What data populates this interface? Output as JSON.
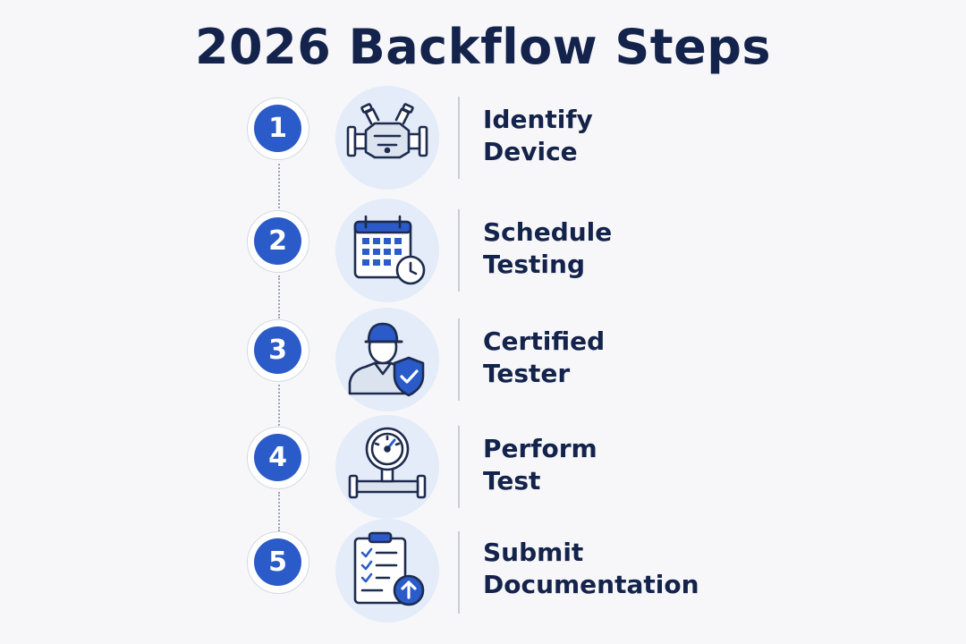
{
  "title": "2026 Backflow Steps",
  "colors": {
    "title": "#13234b",
    "accent_blue": "#2a5bc8",
    "icon_bg": "#e3ecf8",
    "icon_stroke": "#1d2b4f"
  },
  "steps": [
    {
      "number": "1",
      "line1": "Identify",
      "line2": "Device",
      "icon": "backflow-valve-icon"
    },
    {
      "number": "2",
      "line1": "Schedule",
      "line2": "Testing",
      "icon": "calendar-clock-icon"
    },
    {
      "number": "3",
      "line1": "Certified",
      "line2": "Tester",
      "icon": "technician-shield-icon"
    },
    {
      "number": "4",
      "line1": "Perform",
      "line2": "Test",
      "icon": "pressure-gauge-icon"
    },
    {
      "number": "5",
      "line1": "Submit",
      "line2": "Documentation",
      "icon": "clipboard-upload-icon"
    }
  ]
}
